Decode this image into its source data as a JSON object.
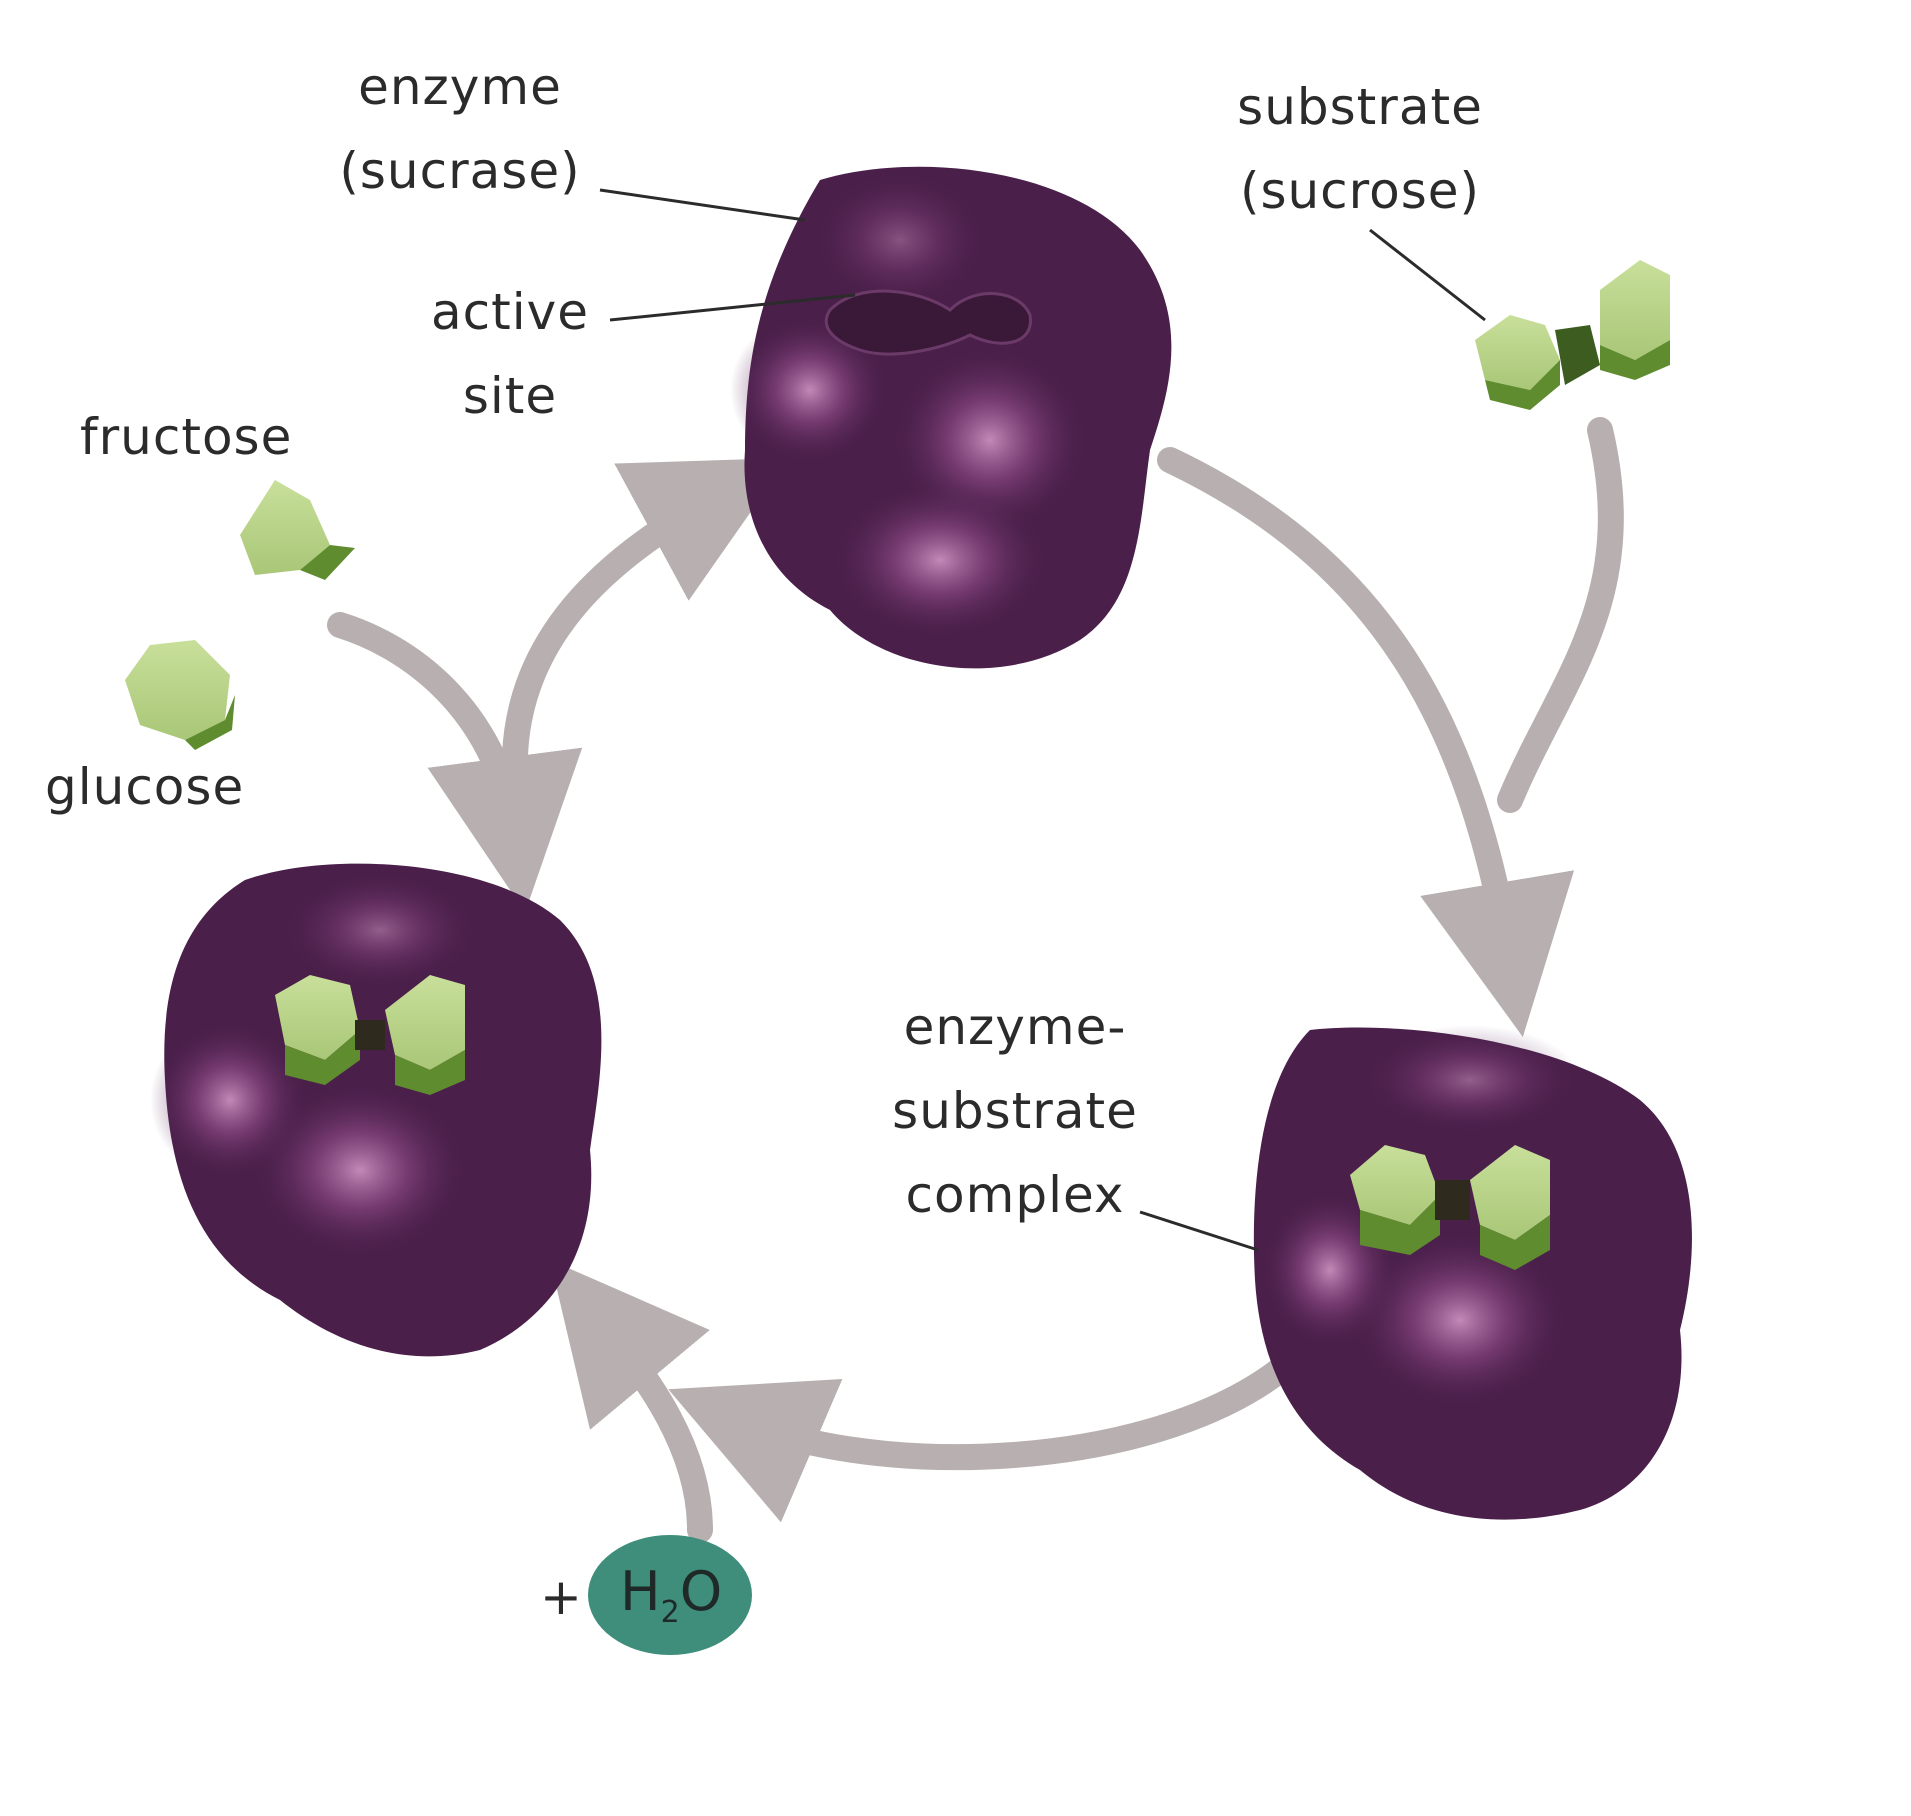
{
  "labels": {
    "enzyme_line1": "enzyme",
    "enzyme_line2": "(sucrase)",
    "active_site_line1": "active",
    "active_site_line2": "site",
    "substrate_line1": "substrate",
    "substrate_line2": "(sucrose)",
    "fructose": "fructose",
    "glucose": "glucose",
    "complex_line1": "enzyme-",
    "complex_line2": "substrate",
    "complex_line3": "complex",
    "plus": "+",
    "water_main": "H",
    "water_sub": "2",
    "water_end": "O"
  },
  "colors": {
    "enzyme": "#4a1f4a",
    "enzyme_highlight": "#b07aa8",
    "sugar_face": "#b9d387",
    "sugar_side": "#5f8c2f",
    "arrow": "#b8b0b0",
    "water": "#3f8e7c",
    "text": "#2b2b2b"
  }
}
